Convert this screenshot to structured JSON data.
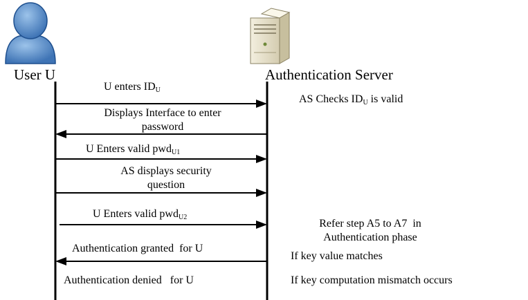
{
  "actors": {
    "user": {
      "label": "User U"
    },
    "server": {
      "label": "Authentication Server"
    }
  },
  "messages": [
    {
      "text": "U enters ID",
      "sub": "U",
      "direction": "right"
    },
    {
      "text": "Displays Interface to enter",
      "text2": "password",
      "direction": "left"
    },
    {
      "text": "U Enters valid pwd",
      "sub": "U1",
      "direction": "right"
    },
    {
      "text": "AS displays security",
      "text2": "question",
      "direction": "right"
    },
    {
      "text": "U Enters valid pwd",
      "sub": "U2",
      "direction": "right"
    },
    {
      "text": "Authentication granted  for U",
      "direction": "left"
    },
    {
      "text": "Authentication denied   for U",
      "direction": "none"
    }
  ],
  "notes": [
    {
      "text": "AS Checks ID",
      "sub": "U",
      "text_after": " is valid"
    },
    {
      "text": "Refer step A5 to A7  in",
      "text2": "Authentication phase"
    },
    {
      "text": "If key value matches"
    },
    {
      "text": "If key computation mismatch occurs"
    }
  ],
  "icons": {
    "user": "user-avatar-icon",
    "server": "server-tower-icon"
  }
}
